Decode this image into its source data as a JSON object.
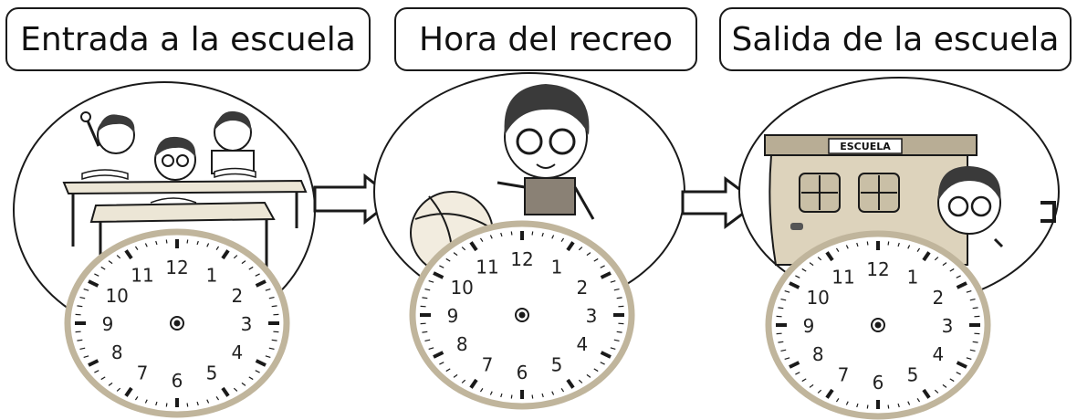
{
  "labels": {
    "entrada": "Entrada a la escuela",
    "recreo": "Hora del recreo",
    "salida": "Salida de la escuela"
  },
  "school_sign": "ESCUELA",
  "clock_numbers": [
    "12",
    "1",
    "2",
    "3",
    "4",
    "5",
    "6",
    "7",
    "8",
    "9",
    "10",
    "11"
  ],
  "colors": {
    "clock_rim": "#c0b59c",
    "building": "#ddd3bc",
    "roof": "#b8ad95",
    "ink": "#1a1a1a"
  }
}
